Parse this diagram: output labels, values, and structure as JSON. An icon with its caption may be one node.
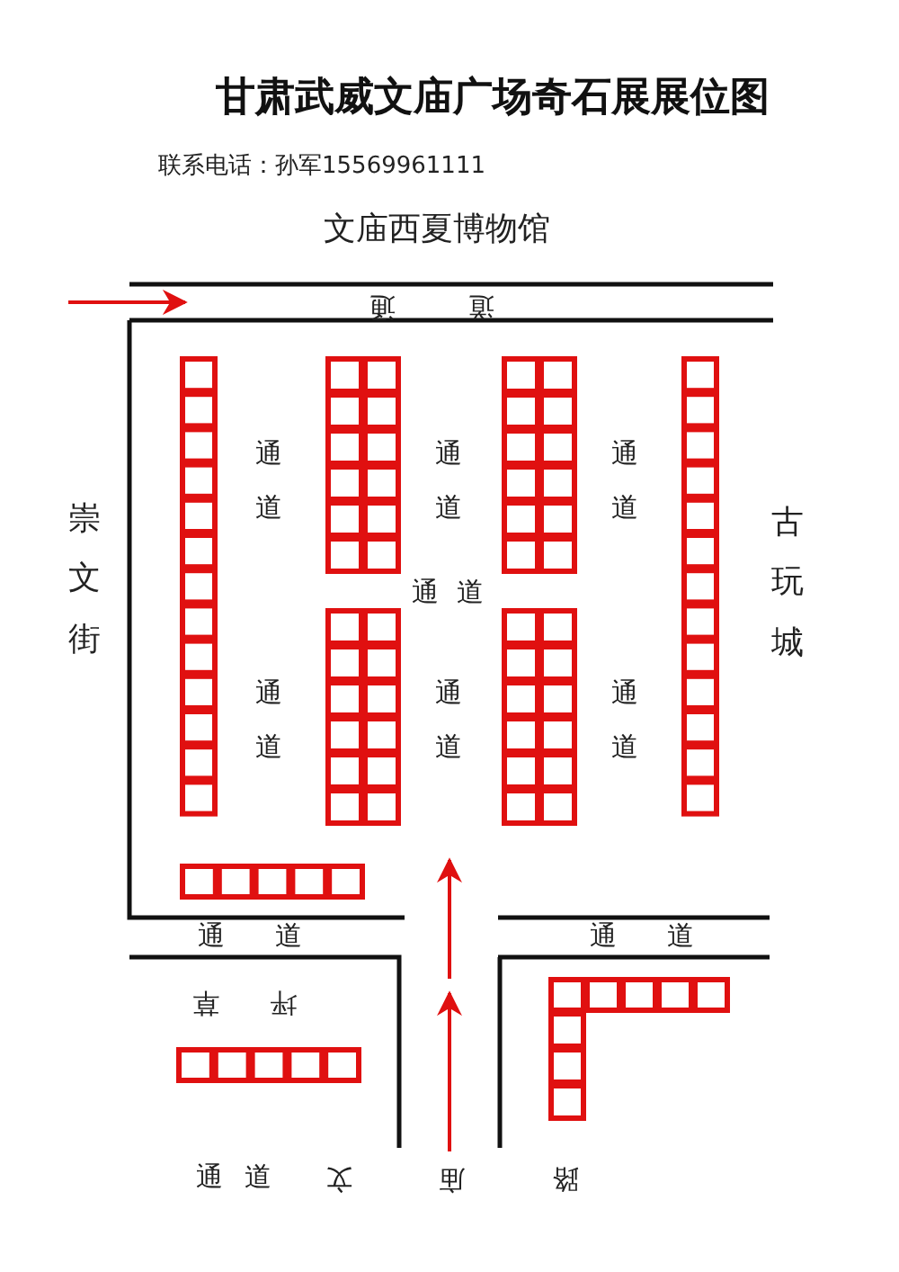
{
  "diagram": {
    "title": "甘肃武威文庙广场奇石展展位图",
    "labels": [
      "联系电话：孙军15569961111",
      "文庙西夏博物馆",
      "通道",
      "崇文街",
      "古玩城",
      "通道",
      "通道",
      "通道",
      "通道",
      "通道",
      "通道",
      "通道",
      "通道",
      "通道",
      "草坪",
      "通道",
      "文庙路"
    ]
  }
}
